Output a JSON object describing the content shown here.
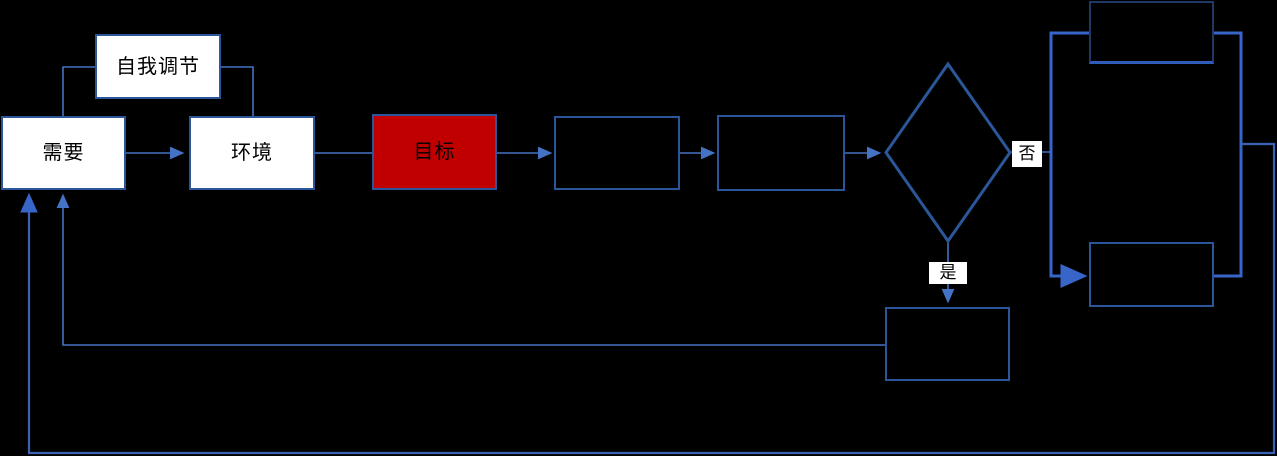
{
  "diagram": {
    "nodes": {
      "self_regulation": {
        "label": "自我调节"
      },
      "need": {
        "label": "需要"
      },
      "environment": {
        "label": "环境"
      },
      "goal": {
        "label": "目标"
      },
      "process_1": {
        "label": ""
      },
      "process_2": {
        "label": ""
      },
      "outcome_top": {
        "label": ""
      },
      "outcome_bottom": {
        "label": ""
      },
      "yes_result": {
        "label": ""
      }
    },
    "branch_labels": {
      "no": "否",
      "yes": "是"
    },
    "colors": {
      "background": "#000000",
      "node_fill": "#FFFFFF",
      "node_border": "#2B579A",
      "dark_node_border": "#1F3864",
      "goal_fill": "#C00000",
      "connector": "#4472C4",
      "loop_connector": "#3765C8",
      "text": "#000000"
    }
  }
}
